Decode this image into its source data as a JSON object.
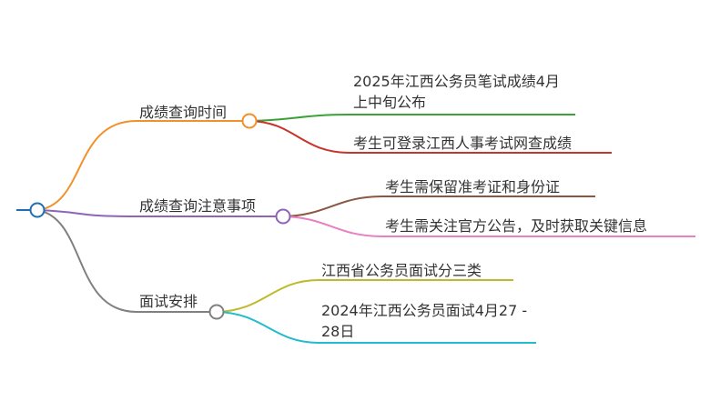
{
  "mindmap": {
    "root": {
      "color": "#1f6fb5"
    },
    "branches": [
      {
        "label": "成绩查询时间",
        "color": "#f0912b",
        "children": [
          {
            "text": "2025年江西公务员笔试成绩4月上中旬公布",
            "color": "#3aa335"
          },
          {
            "text": "考生可登录江西人事考试网查成绩",
            "color": "#c8332c"
          }
        ]
      },
      {
        "label": "成绩查询注意事项",
        "color": "#8f63b8",
        "children": [
          {
            "text": "考生需保留准考证和身份证",
            "color": "#8b5742"
          },
          {
            "text": "考生需关注官方公告，及时获取关键信息",
            "color": "#e880c2"
          }
        ]
      },
      {
        "label": "面试安排",
        "color": "#808080",
        "children": [
          {
            "text": "江西省公务员面试分三类",
            "color": "#bdbb2c"
          },
          {
            "text": "2024年江西公务员面试4月27 - 28日",
            "color": "#21bccd"
          }
        ]
      }
    ]
  }
}
